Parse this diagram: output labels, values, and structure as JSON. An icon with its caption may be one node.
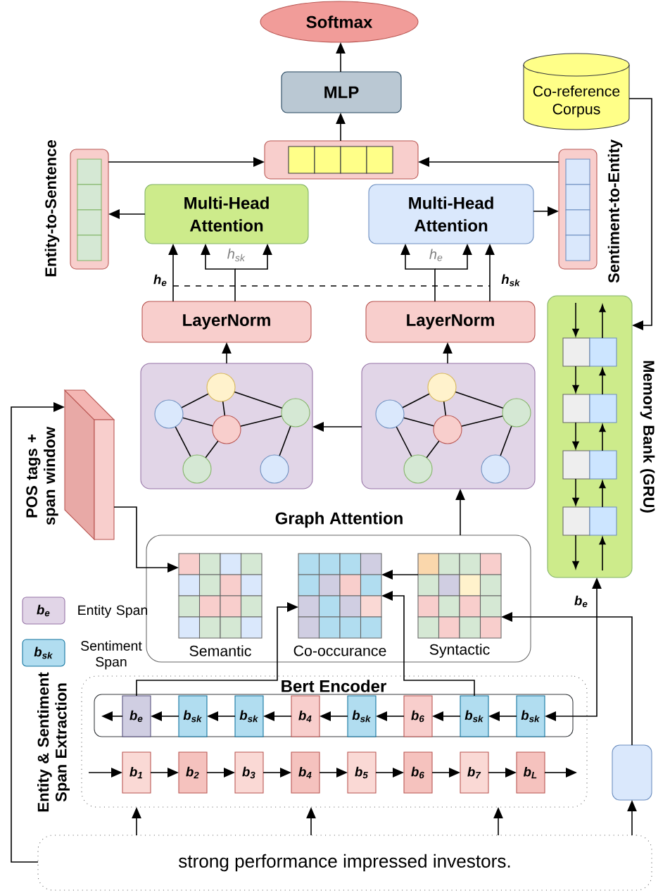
{
  "diagram": {
    "nodes": [
      {
        "text": [
          "Softmax"
        ]
      },
      {
        "text": [
          "MLP"
        ]
      },
      {
        "text": [],
        "shape": "box"
      },
      {
        "text": [
          "Co-reference Corpus"
        ]
      },
      {
        "text": [
          "Entity-to-Sentence"
        ]
      },
      {
        "text": [
          "Sentiment-to-Entity"
        ]
      },
      {
        "text": [
          "Multi-Head Attention"
        ]
      },
      {
        "text": [
          "Multi-Head Attention"
        ]
      },
      {
        "text": [
          "LayerNorm"
        ]
      },
      {
        "text": [
          "LayerNorm"
        ]
      },
      {
        "text": [],
        "shape": "box"
      },
      {
        "text": [],
        "shape": "box"
      },
      {
        "text": [
          "Memory Bank (GRU)"
        ]
      },
      {
        "text": [
          "POS tags + span window"
        ]
      },
      {
        "text": [
          "Graph Attention"
        ]
      },
      {
        "text": [
          "Semantic"
        ],
        "in": 14
      },
      {
        "text": [
          "Co-occurance"
        ],
        "in": 14
      },
      {
        "text": [
          "Syntactic"
        ],
        "in": 14
      },
      {
        "text": [
          "b$_{e}$"
        ],
        "beside": [
          "Entity Span"
        ]
      },
      {
        "text": [
          "b$_{sk}$"
        ],
        "beside": [
          "Sentiment Span"
        ]
      },
      {
        "text": [
          "Bert Encoder"
        ],
        "beside": [
          "Entity & Sentiment Span Extraction"
        ]
      },
      {
        "text": [],
        "shape": "box",
        "in": 20
      },
      {
        "text": [
          "b$_{e}$"
        ],
        "in": 21
      },
      {
        "text": [
          "b$_{sk}$"
        ],
        "in": 21
      },
      {
        "text": [
          "b$_{sk}$"
        ],
        "in": 21
      },
      {
        "text": [
          "b$_{4}$"
        ],
        "in": 21
      },
      {
        "text": [
          "b$_{sk}$"
        ],
        "in": 21
      },
      {
        "text": [
          "b$_{6}$"
        ],
        "in": 21
      },
      {
        "text": [
          "b$_{sk}$"
        ],
        "in": 21
      },
      {
        "text": [
          "b$_{sk}$"
        ],
        "in": 21
      },
      {
        "text": [
          "b$_{1}$"
        ],
        "in": 20
      },
      {
        "text": [
          "b$_{2}$"
        ],
        "in": 20
      },
      {
        "text": [
          "b$_{3}$"
        ],
        "in": 20
      },
      {
        "text": [
          "b$_{4}$"
        ],
        "in": 20
      },
      {
        "text": [
          "b$_{5}$"
        ],
        "in": 20
      },
      {
        "text": [
          "b$_{6}$"
        ],
        "in": 20
      },
      {
        "text": [
          "b$_{7}$"
        ],
        "in": 20
      },
      {
        "text": [
          "b$_{L}$"
        ],
        "in": 20
      },
      {
        "text": [],
        "shape": "box"
      },
      {
        "text": [
          "strong performance impressed investors."
        ]
      }
    ],
    "edges": [
      {
        "from": 1,
        "to": 0,
        "arrow": "to"
      },
      {
        "from": 2,
        "to": 1,
        "arrow": "to"
      },
      {
        "from": 4,
        "to": 2,
        "arrow": "to"
      },
      {
        "from": 5,
        "to": 2,
        "arrow": "to"
      },
      {
        "from": 6,
        "to": 4,
        "arrow": "to"
      },
      {
        "from": 7,
        "to": 5,
        "arrow": "to"
      },
      {
        "from": 8,
        "to": 6,
        "arrow": "to",
        "label": "h$_{e}$"
      },
      {
        "from": 9,
        "to": 7,
        "arrow": "to",
        "label": "h$_{sk}$"
      },
      {
        "from": 8,
        "to": 6,
        "arrow": "to",
        "label": "h$_{sk}$"
      },
      {
        "from": 9,
        "to": 7,
        "arrow": "to",
        "label": "h$_{e}$"
      },
      {
        "from": 10,
        "to": 8,
        "arrow": "to"
      },
      {
        "from": 11,
        "to": 9,
        "arrow": "to"
      },
      {
        "from": 11,
        "to": 10,
        "arrow": "to"
      },
      {
        "from": 14,
        "to": 11,
        "arrow": "to"
      },
      {
        "from": 13,
        "to": 15,
        "arrow": "to"
      },
      {
        "from": 39,
        "to": 13,
        "arrow": "to"
      },
      {
        "from": 17,
        "to": 16,
        "arrow": "to"
      },
      {
        "from": 22,
        "to": 16,
        "arrow": "to"
      },
      {
        "from": 28,
        "to": 16,
        "arrow": "to"
      },
      {
        "from": 38,
        "to": 17,
        "arrow": "to"
      },
      {
        "from": 39,
        "to": 38,
        "arrow": "to"
      },
      {
        "from": 39,
        "to": 20,
        "arrow": "to"
      },
      {
        "from": 39,
        "to": 20,
        "arrow": "to"
      },
      {
        "from": 39,
        "to": 20,
        "arrow": "to"
      },
      {
        "from": 12,
        "to": 29,
        "arrow": "both",
        "label": "b$_{e}$"
      },
      {
        "from": 3,
        "to": 12,
        "arrow": "to"
      },
      {
        "from": 23,
        "to": 22,
        "arrow": "to"
      },
      {
        "from": 24,
        "to": 23,
        "arrow": "to"
      },
      {
        "from": 25,
        "to": 24,
        "arrow": "to"
      },
      {
        "from": 26,
        "to": 25,
        "arrow": "to"
      },
      {
        "from": 27,
        "to": 26,
        "arrow": "to"
      },
      {
        "from": 28,
        "to": 27,
        "arrow": "to"
      },
      {
        "from": 29,
        "to": 28,
        "arrow": "to"
      },
      {
        "from": 22,
        "to": null,
        "arrow": "to"
      },
      {
        "from": null,
        "to": 30,
        "arrow": "to"
      },
      {
        "from": 30,
        "to": 31,
        "arrow": "to"
      },
      {
        "from": 31,
        "to": 32,
        "arrow": "to"
      },
      {
        "from": 32,
        "to": 33,
        "arrow": "to"
      },
      {
        "from": 33,
        "to": 34,
        "arrow": "to"
      },
      {
        "from": 34,
        "to": 35,
        "arrow": "to"
      },
      {
        "from": 35,
        "to": 36,
        "arrow": "to"
      },
      {
        "from": 36,
        "to": 37,
        "arrow": "to"
      },
      {
        "from": 37,
        "to": null,
        "arrow": "to"
      },
      {
        "from": null,
        "to": 6,
        "arrow": "to"
      },
      {
        "from": null,
        "to": 7,
        "arrow": "to"
      }
    ]
  }
}
